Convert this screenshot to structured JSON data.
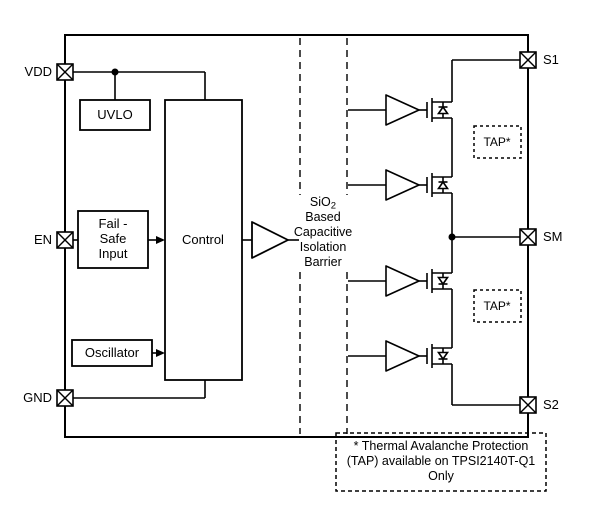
{
  "pins": {
    "vdd": "VDD",
    "en": "EN",
    "gnd": "GND",
    "s1": "S1",
    "sm": "SM",
    "s2": "S2"
  },
  "blocks": {
    "uvlo": "UVLO",
    "fail_safe": {
      "line1": "Fail -",
      "line2": "Safe",
      "line3": "Input"
    },
    "control": "Control",
    "oscillator": "Oscillator"
  },
  "barrier": {
    "formula_base": "SiO",
    "formula_sub": "2",
    "line2": "Based",
    "line3": "Capacitive",
    "line4": "Isolation",
    "line5": "Barrier"
  },
  "tap": {
    "label": "TAP*"
  },
  "note": {
    "line1": "* Thermal Avalanche Protection",
    "line2": "(TAP) available on TPSI2140T-Q1",
    "line3": "Only"
  },
  "colors": {
    "stroke": "#000000",
    "background": "#ffffff"
  }
}
